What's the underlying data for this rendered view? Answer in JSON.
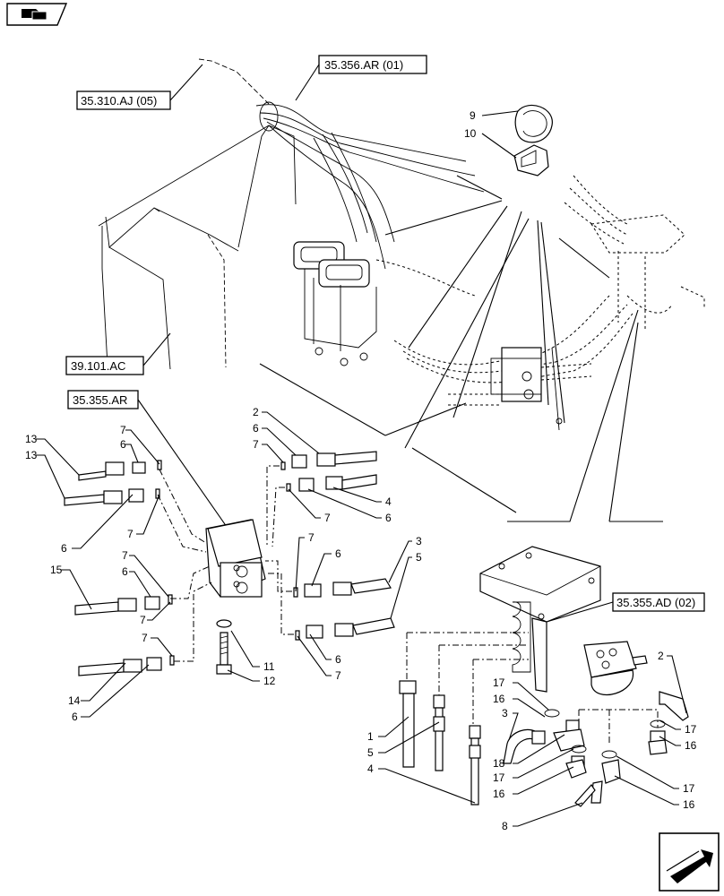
{
  "nav": {
    "top_icon": "book-arrow-icon",
    "bottom_icon": "next-page-arrow-icon"
  },
  "references": [
    {
      "id": "ref-35-356-ar-01",
      "label": "35.356.AR (01)"
    },
    {
      "id": "ref-35-310-aj-05",
      "label": "35.310.AJ (05)"
    },
    {
      "id": "ref-39-101-ac",
      "label": "39.101.AC"
    },
    {
      "id": "ref-35-355-ar",
      "label": "35.355.AR"
    },
    {
      "id": "ref-35-355-ad-02",
      "label": "35.355.AD (02)"
    }
  ],
  "part_numbers": [
    "1",
    "2",
    "3",
    "4",
    "5",
    "6",
    "7",
    "8",
    "9",
    "10",
    "11",
    "12",
    "13",
    "14",
    "15",
    "16",
    "17",
    "18"
  ]
}
